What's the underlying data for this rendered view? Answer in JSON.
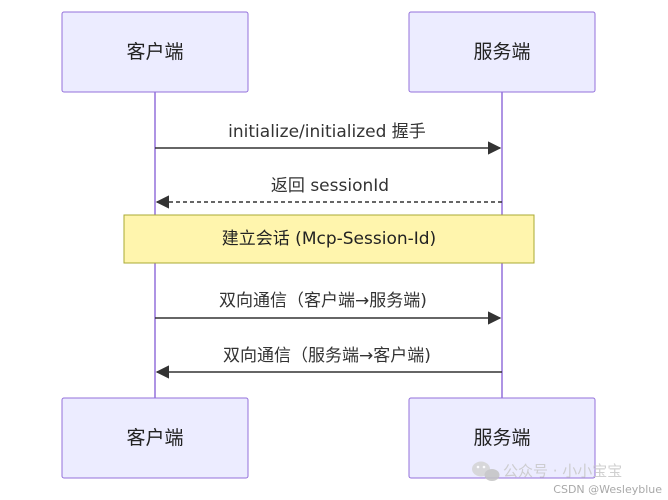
{
  "participants": {
    "client": "客户端",
    "server": "服务端"
  },
  "messages": [
    {
      "label": "initialize/initialized 握手",
      "direction": "client-to-server",
      "style": "solid"
    },
    {
      "label": "返回 sessionId",
      "direction": "server-to-client",
      "style": "dashed"
    },
    {
      "label": "双向通信（客户端→服务端)",
      "direction": "client-to-server",
      "style": "solid"
    },
    {
      "label": "双向通信（服务端→客户端)",
      "direction": "server-to-client",
      "style": "solid"
    }
  ],
  "note": {
    "label": "建立会话 (Mcp-Session-Id)"
  },
  "watermark": {
    "account": "公众号 · 小小宝宝",
    "credit": "CSDN @Wesleyblue"
  },
  "colors": {
    "actor_fill": "#ECECFF",
    "actor_stroke": "#9370DB",
    "note_fill": "#FFF5AD",
    "note_stroke": "#AAAA33",
    "line": "#333333"
  }
}
